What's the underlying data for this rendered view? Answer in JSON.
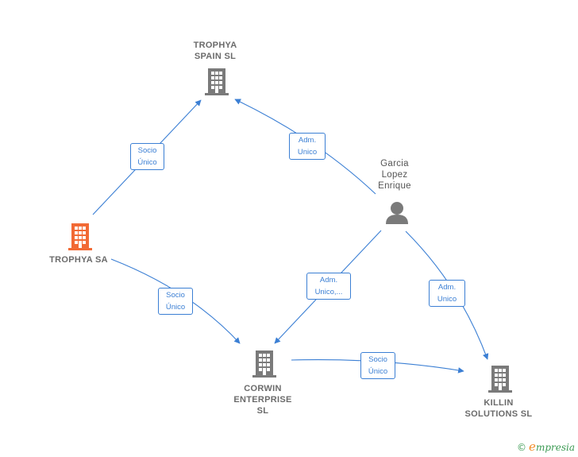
{
  "nodes": {
    "trophya_spain": {
      "label": "TROPHYA\nSPAIN  SL",
      "color": "#7a7a7a"
    },
    "trophya_sa": {
      "label": "TROPHYA SA",
      "color": "#f26a35"
    },
    "garcia": {
      "label": "Garcia\nLopez\nEnrique",
      "color": "#7a7a7a"
    },
    "corwin": {
      "label": "CORWIN\nENTERPRISE\nSL",
      "color": "#7a7a7a"
    },
    "killin": {
      "label": "KILLIN\nSOLUTIONS  SL",
      "color": "#7a7a7a"
    }
  },
  "edges": [
    {
      "id": "sa_to_spain",
      "label": "Socio\nÚnico"
    },
    {
      "id": "garcia_to_spain",
      "label": "Adm.\nUnico"
    },
    {
      "id": "sa_to_corwin",
      "label": "Socio\nÚnico"
    },
    {
      "id": "garcia_to_corwin",
      "label": "Adm.\nUnico,..."
    },
    {
      "id": "garcia_to_killin",
      "label": "Adm.\nUnico"
    },
    {
      "id": "corwin_to_killin",
      "label": "Socio\nÚnico"
    }
  ],
  "colors": {
    "edge": "#3b7fd4",
    "building": "#7a7a7a",
    "highlight": "#f26a35"
  },
  "brand": {
    "copyright": "©",
    "first_letter": "e",
    "rest": "mpresia"
  }
}
